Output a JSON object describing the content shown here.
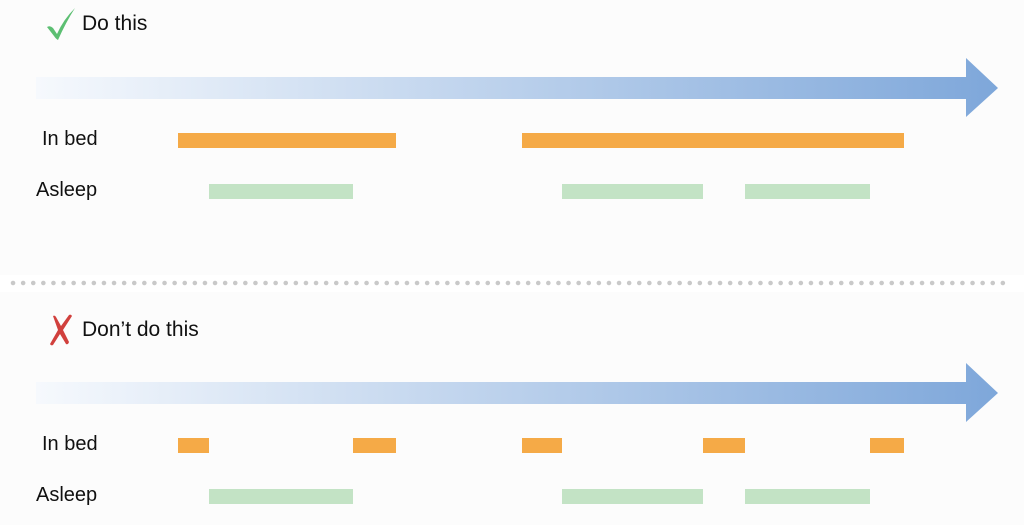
{
  "colors": {
    "in_bed": "#f5aa47",
    "asleep": "#c3e3c5",
    "arrow_start": "#f6f9fd",
    "arrow_end": "#7ea7da",
    "check": "#5cbf72",
    "cross": "#d1403d",
    "divider": "#c9c9c9",
    "panel_bg": "#fcfcfc"
  },
  "good_example": {
    "heading": "Do this",
    "icon": "check-icon",
    "in_bed_label": "In bed",
    "asleep_label": "Asleep"
  },
  "bad_example": {
    "heading": "Don’t do this",
    "icon": "cross-icon",
    "in_bed_label": "In bed",
    "asleep_label": "Asleep"
  }
}
